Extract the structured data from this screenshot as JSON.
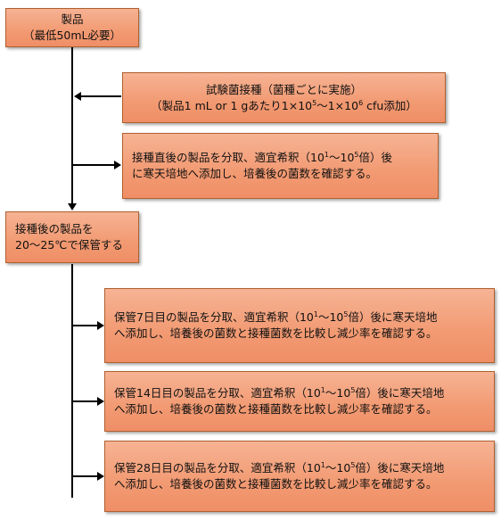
{
  "box1": {
    "line1": "製品",
    "line2": "（最低50mL必要）"
  },
  "box2": {
    "line1": "試験菌接種（菌種ごとに実施）",
    "line2_prefix": "（製品1 mL or 1 gあたり1×10",
    "line2_exp1": "5",
    "line2_mid": "～1×10",
    "line2_exp2": "6",
    "line2_suffix": " cfu添加）"
  },
  "box3": {
    "line1_prefix": "接種直後の製品を分取、適宜希釈（10",
    "line1_exp1": "1",
    "line1_mid": "～10",
    "line1_exp2": "5",
    "line1_suffix": "倍）後",
    "line2": "に寒天培地へ添加し、培養後の菌数を確認する。"
  },
  "box4": {
    "line1": "接種後の製品を",
    "line2": "20～25℃で保管する"
  },
  "box5": {
    "line1_prefix": "保管7日目の製品を分取、適宜希釈（10",
    "line1_exp1": "1",
    "line1_mid": "～10",
    "line1_exp2": "5",
    "line1_suffix": "倍）後に寒天培地",
    "line2": "へ添加し、培養後の菌数と接種菌数を比較し減少率を確認する。"
  },
  "box6": {
    "line1_prefix": "保管14日目の製品を分取、適宜希釈（10",
    "line1_exp1": "1",
    "line1_mid": "～10",
    "line1_exp2": "5",
    "line1_suffix": "倍）後に寒天培地",
    "line2": "へ添加し、培養後の菌数と接種菌数を比較し減少率を確認する。"
  },
  "box7": {
    "line1_prefix": "保管28日目の製品を分取、適宜希釈（10",
    "line1_exp1": "1",
    "line1_mid": "～10",
    "line1_exp2": "5",
    "line1_suffix": "倍）後に寒天培地",
    "line2": "へ添加し、培養後の菌数と接種菌数を比較し減少率を確認する。"
  }
}
